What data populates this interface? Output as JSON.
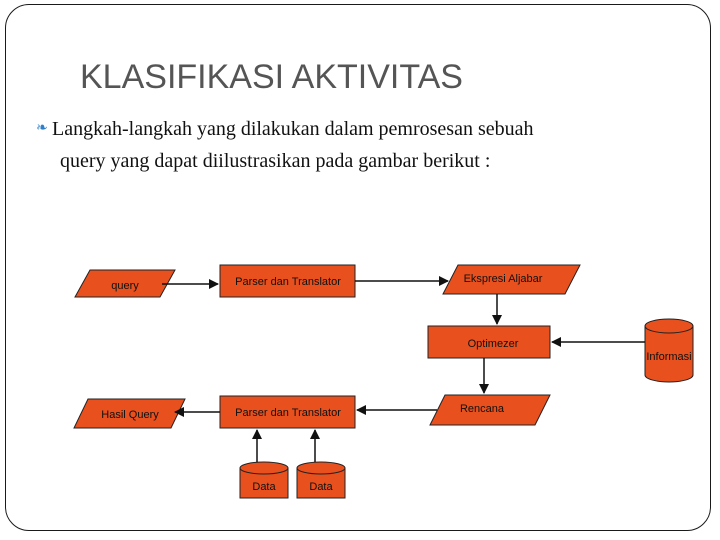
{
  "slide": {
    "title": "KLASIFIKASI AKTIVITAS",
    "bullet_line_1": "Langkah-langkah yang dilakukan dalam pemrosesan sebuah",
    "bullet_line_2": "query yang dapat diilustrasikan pada gambar berikut :"
  },
  "diagram": {
    "fill_color": "#e8501e",
    "nodes": {
      "query": "query",
      "parser_top": "Parser dan Translator",
      "ekspresi": "Ekspresi Aljabar",
      "optimezer": "Optimezer",
      "informasi": "Informasi",
      "rencana": "Rencana",
      "parser_bottom": "Parser dan Translator",
      "hasil_query": "Hasil Query",
      "data_1": "Data",
      "data_2": "Data"
    }
  }
}
